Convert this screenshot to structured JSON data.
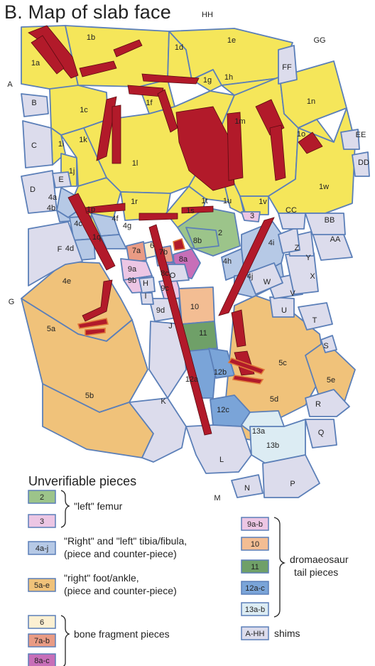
{
  "title": "B. Map of slab face",
  "colors": {
    "yellow": "#f5e65a",
    "orange": "#f0c27a",
    "lavender": "#dcdcec",
    "blue": "#b6c9e6",
    "green": "#9cc48a",
    "pink": "#ecc6e4",
    "cream": "#fcf0d2",
    "salmon": "#e99b84",
    "magenta": "#c76fb8",
    "peach": "#f3bd93",
    "darkgreen": "#6fa068",
    "midblue": "#7aa4d8",
    "paleblue": "#dcecf3",
    "bone": "#b21a2a"
  },
  "pieces": [
    {
      "label": "1a"
    },
    {
      "label": "1b"
    },
    {
      "label": "1c"
    },
    {
      "label": "1d"
    },
    {
      "label": "1e"
    },
    {
      "label": "1f"
    },
    {
      "label": "1g"
    },
    {
      "label": "1h"
    },
    {
      "label": "1i"
    },
    {
      "label": "1j"
    },
    {
      "label": "1k"
    },
    {
      "label": "1l"
    },
    {
      "label": "1m"
    },
    {
      "label": "1n"
    },
    {
      "label": "1o"
    },
    {
      "label": "1p"
    },
    {
      "label": "1q"
    },
    {
      "label": "1r"
    },
    {
      "label": "1s"
    },
    {
      "label": "1t"
    },
    {
      "label": "1u"
    },
    {
      "label": "1v"
    },
    {
      "label": "1w"
    },
    {
      "label": "2"
    },
    {
      "label": "3"
    },
    {
      "label": "4a"
    },
    {
      "label": "4b"
    },
    {
      "label": "4c"
    },
    {
      "label": "4d"
    },
    {
      "label": "4e"
    },
    {
      "label": "4f"
    },
    {
      "label": "4g"
    },
    {
      "label": "4h"
    },
    {
      "label": "4i"
    },
    {
      "label": "4j"
    },
    {
      "label": "5a"
    },
    {
      "label": "5b"
    },
    {
      "label": "5c"
    },
    {
      "label": "5d"
    },
    {
      "label": "5e"
    },
    {
      "label": "6"
    },
    {
      "label": "7a"
    },
    {
      "label": "7b"
    },
    {
      "label": "8a"
    },
    {
      "label": "8b"
    },
    {
      "label": "8c"
    },
    {
      "label": "9a"
    },
    {
      "label": "9b"
    },
    {
      "label": "9c"
    },
    {
      "label": "9d"
    },
    {
      "label": "10"
    },
    {
      "label": "11"
    },
    {
      "label": "12a"
    },
    {
      "label": "12b"
    },
    {
      "label": "12c"
    },
    {
      "label": "13a"
    },
    {
      "label": "13b"
    }
  ],
  "shims": [
    "A",
    "B",
    "C",
    "D",
    "E",
    "F",
    "G",
    "H",
    "I",
    "J",
    "K",
    "L",
    "M",
    "N",
    "O",
    "P",
    "Q",
    "R",
    "S",
    "T",
    "U",
    "V",
    "W",
    "X",
    "Y",
    "Z",
    "AA",
    "BB",
    "CC",
    "DD",
    "EE",
    "FF",
    "GG",
    "HH"
  ],
  "legend": {
    "title": "Unverifiable pieces",
    "left_items": [
      {
        "swatch": "2",
        "color": "#9cc48a"
      },
      {
        "swatch": "3",
        "color": "#ecc6e4"
      },
      {
        "swatch": "4a-j",
        "color": "#b6c9e6",
        "text1": "\"Right\" and \"left\" tibia/fibula,",
        "text2": "(piece and counter-piece)"
      },
      {
        "swatch": "5a-e",
        "color": "#f0c27a",
        "text1": "\"right\" foot/ankle,",
        "text2": "(piece and counter-piece)"
      },
      {
        "swatch": "6",
        "color": "#fcf0d2"
      },
      {
        "swatch": "7a-b",
        "color": "#e99b84"
      },
      {
        "swatch": "8a-c",
        "color": "#c76fb8"
      }
    ],
    "femur_label": "\"left\" femur",
    "bone_label": "bone fragment pieces",
    "right_items": [
      {
        "swatch": "9a-b",
        "color": "#ecc6e4"
      },
      {
        "swatch": "10",
        "color": "#f3bd93"
      },
      {
        "swatch": "11",
        "color": "#6fa068"
      },
      {
        "swatch": "12a-c",
        "color": "#7aa4d8"
      },
      {
        "swatch": "13a-b",
        "color": "#dcecf3"
      },
      {
        "swatch": "A-HH",
        "color": "#dcdcec",
        "text1": "shims"
      }
    ],
    "dromaeosaur_label_1": "dromaeosaur",
    "dromaeosaur_label_2": "tail pieces"
  }
}
